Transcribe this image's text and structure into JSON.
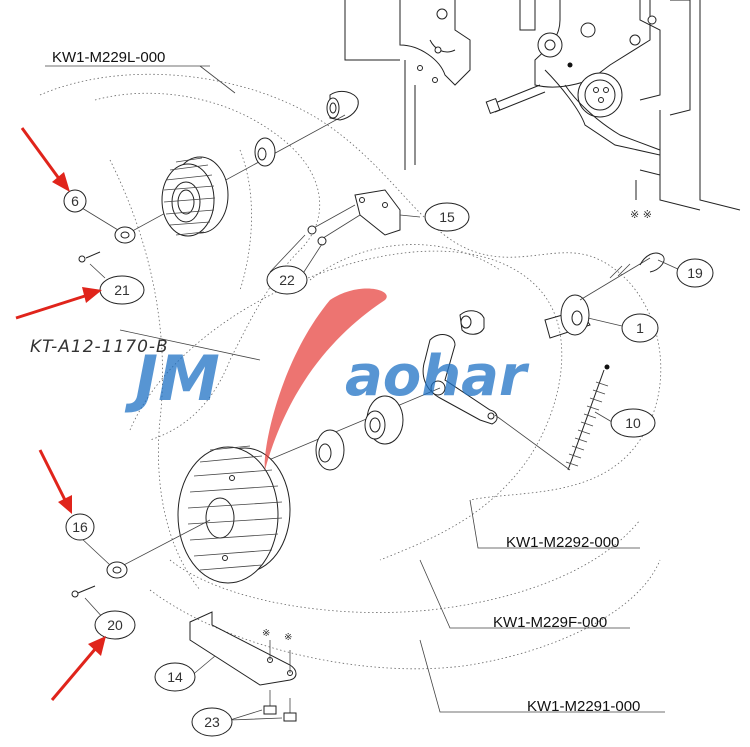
{
  "assembly_labels": {
    "upper_left": "KW1-M229L-000",
    "left_middle": "KT-A12-1170-B",
    "right_1": "KW1-M2292-000",
    "right_2": "KW1-M229F-000",
    "right_3": "KW1-M2291-000"
  },
  "callouts": {
    "c6": "6",
    "c21": "21",
    "c15": "15",
    "c22": "22",
    "c19": "19",
    "c1": "1",
    "c10": "10",
    "c16": "16",
    "c20": "20",
    "c14": "14",
    "c23": "23"
  },
  "watermark": {
    "text_a": "JM",
    "text_b": "aohar"
  },
  "colors": {
    "arrow": "#e0241b",
    "watermark_blue": "#1f72c4",
    "watermark_red": "#e53935",
    "linework": "#222222"
  }
}
